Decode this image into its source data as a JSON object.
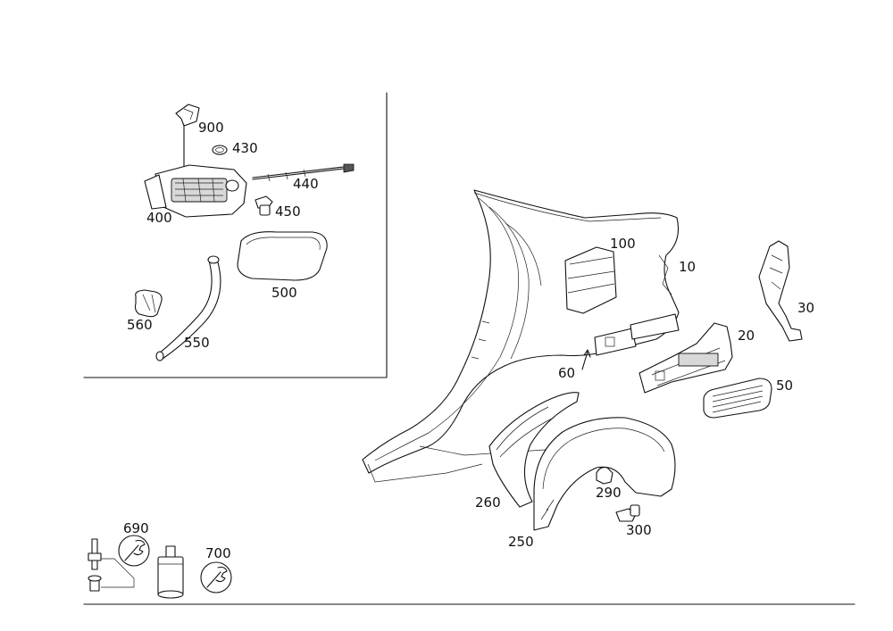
{
  "parts": {
    "p900": "900",
    "p430": "430",
    "p440": "440",
    "p400": "400",
    "p450": "450",
    "p500": "500",
    "p560": "560",
    "p550": "550",
    "p100": "100",
    "p10": "10",
    "p30": "30",
    "p20": "20",
    "p60": "60",
    "p50": "50",
    "p260": "260",
    "p290": "290",
    "p250": "250",
    "p300": "300",
    "p690": "690",
    "p700": "700"
  },
  "icons": {
    "tool": "wrench-icon"
  }
}
